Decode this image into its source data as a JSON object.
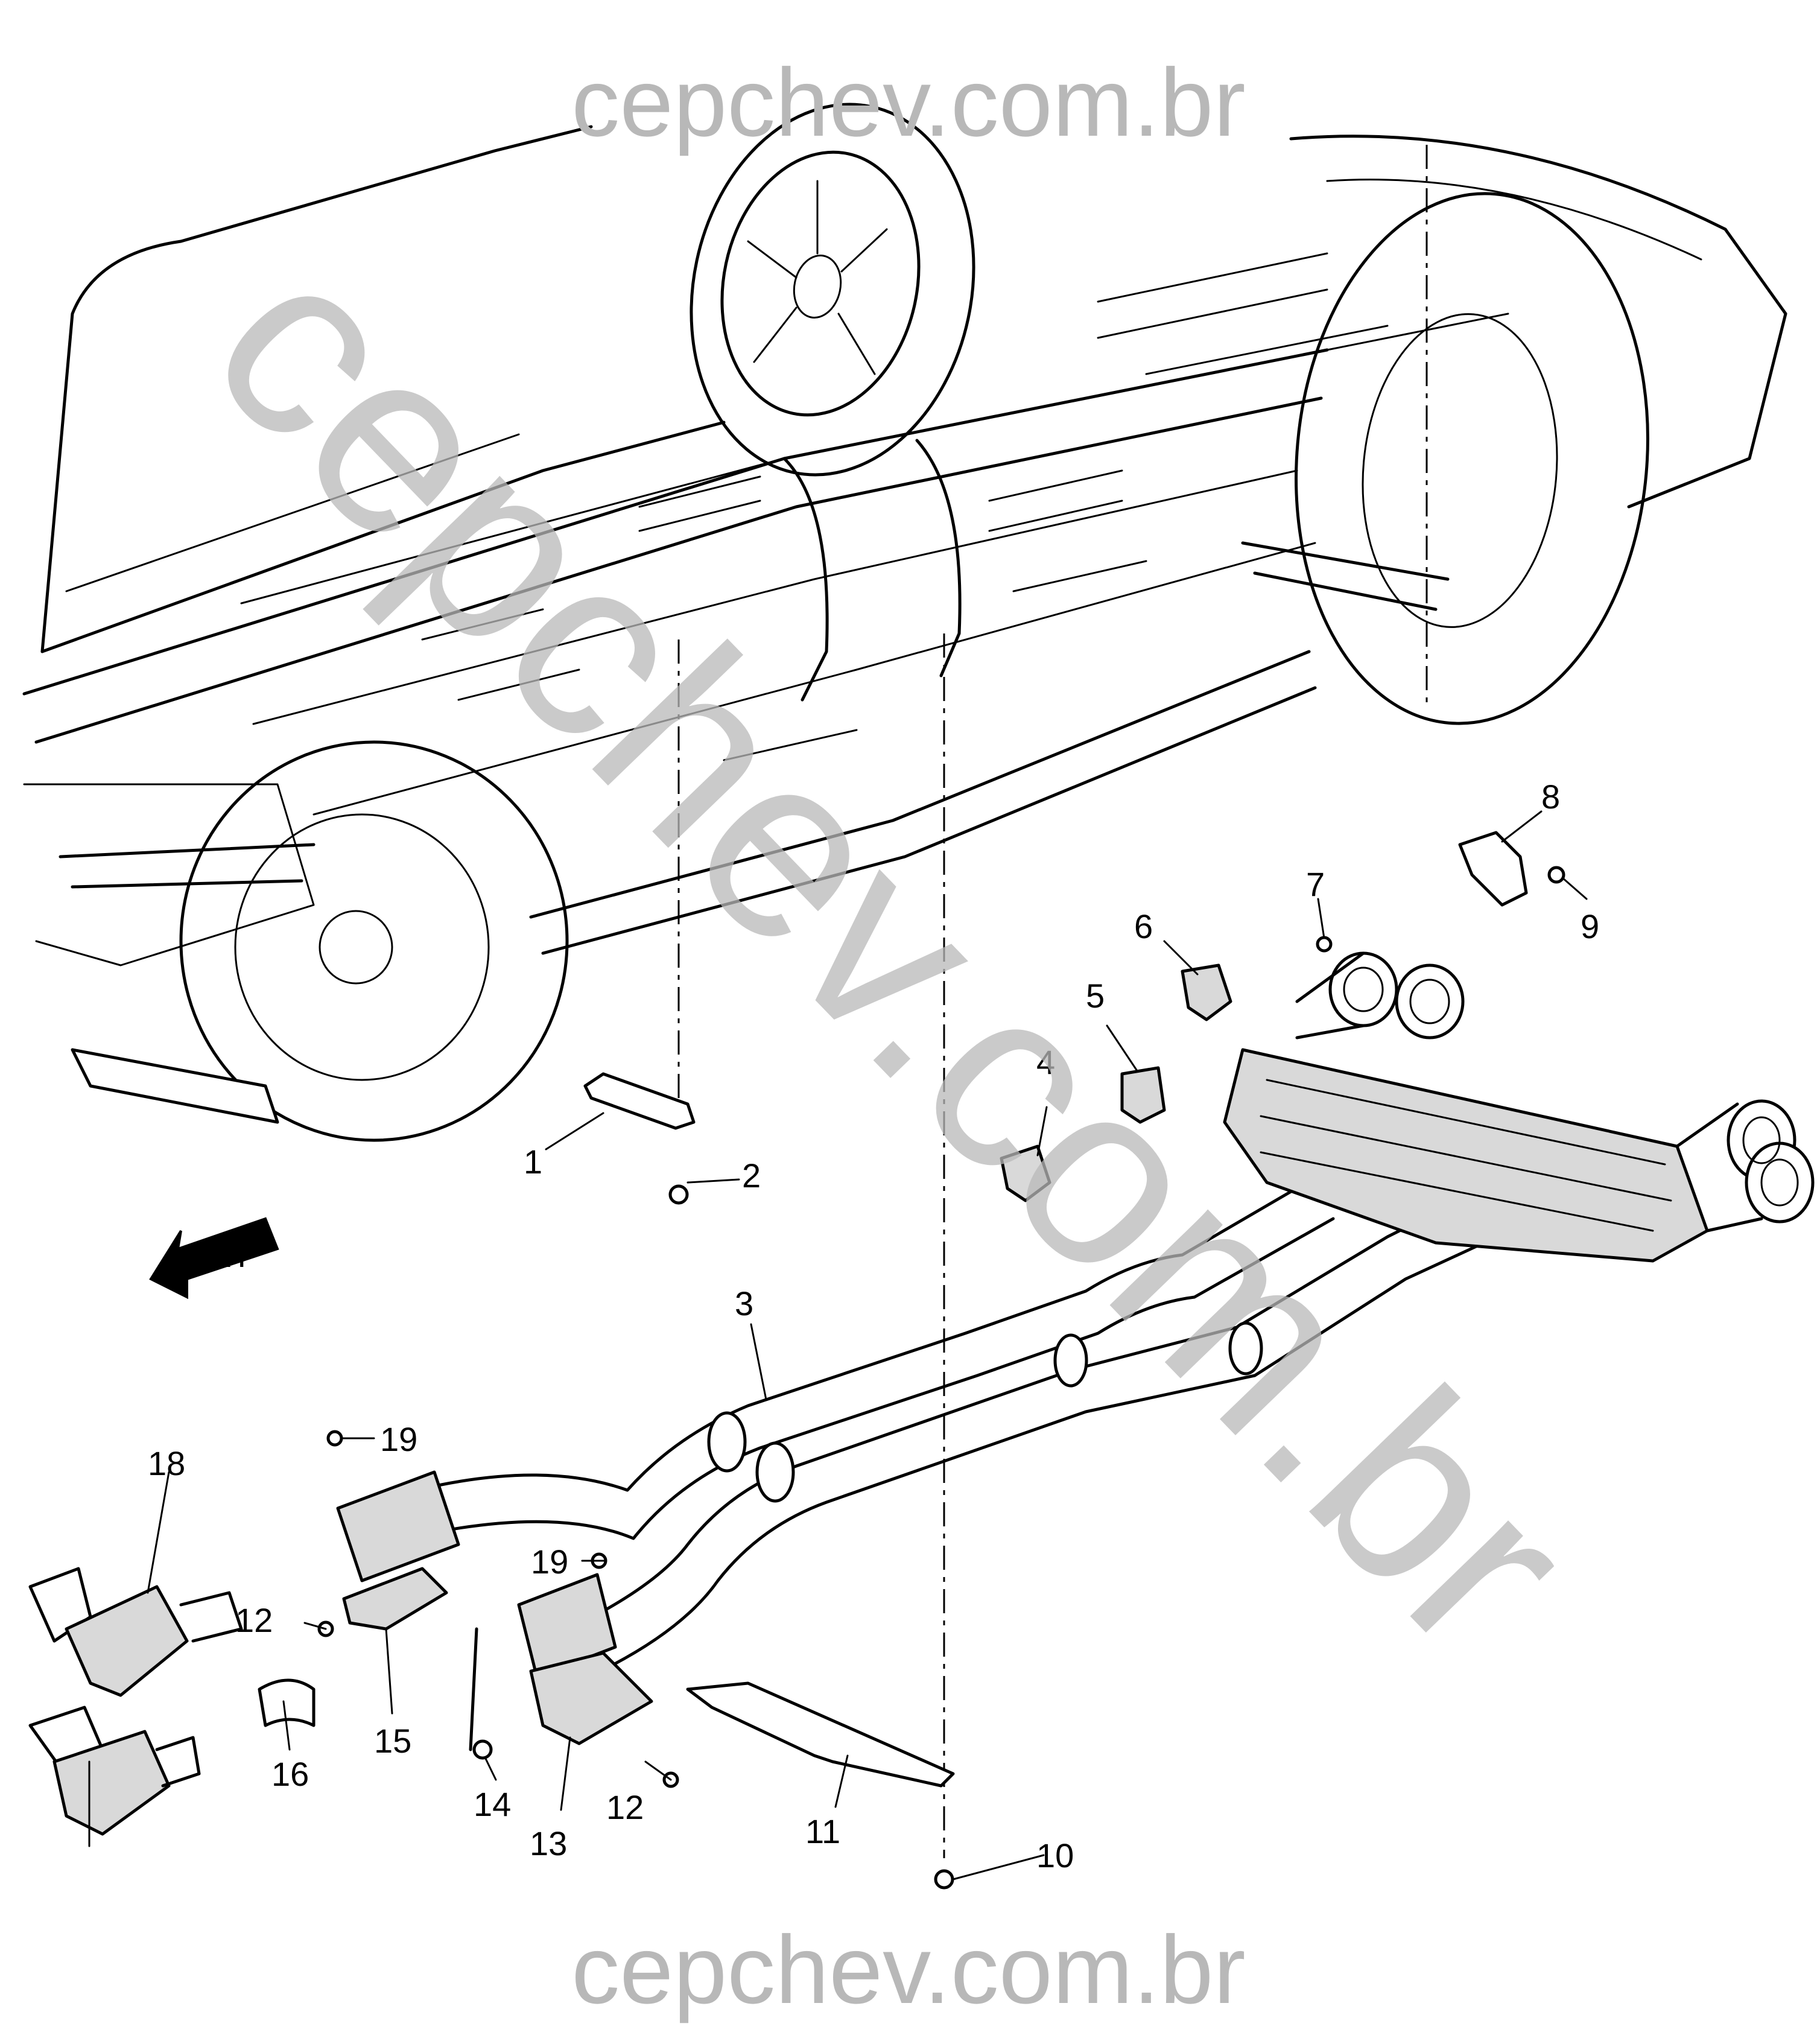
{
  "watermark": {
    "top": "cepchev.com.br",
    "bottom": "cepchev.com.br",
    "diagonal": "cepchev.com.br",
    "color": "#b8b8b8"
  },
  "orientation_label": "FRT",
  "callouts": [
    "1",
    "2",
    "3",
    "4",
    "5",
    "6",
    "7",
    "8",
    "9",
    "10",
    "11",
    "12",
    "12",
    "13",
    "14",
    "15",
    "16",
    "18",
    "19",
    "19"
  ],
  "colors": {
    "line": "#000000",
    "shade": "#d9d9d9",
    "background": "#ffffff"
  }
}
